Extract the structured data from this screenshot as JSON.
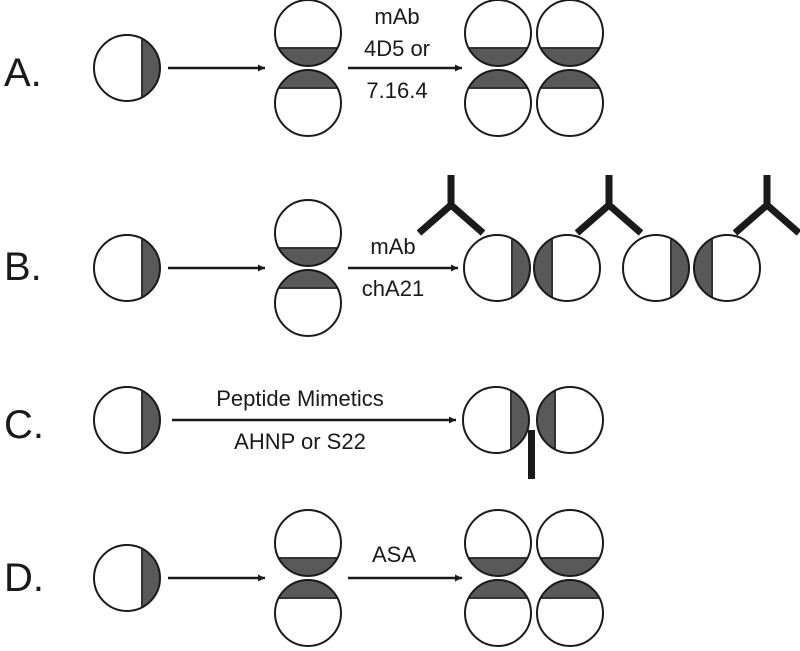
{
  "colors": {
    "fill": "#595959",
    "stroke": "#1a1a1a",
    "background": "#ffffff"
  },
  "rows": [
    {
      "label": "A.",
      "arrow_text": [
        "mAb",
        "4D5 or",
        "7.16.4"
      ]
    },
    {
      "label": "B.",
      "arrow_text": [
        "mAb",
        "chA21"
      ]
    },
    {
      "label": "C.",
      "arrow_text": [
        "Peptide Mimetics",
        "AHNP or S22"
      ]
    },
    {
      "label": "D.",
      "arrow_text": [
        "ASA"
      ]
    }
  ]
}
